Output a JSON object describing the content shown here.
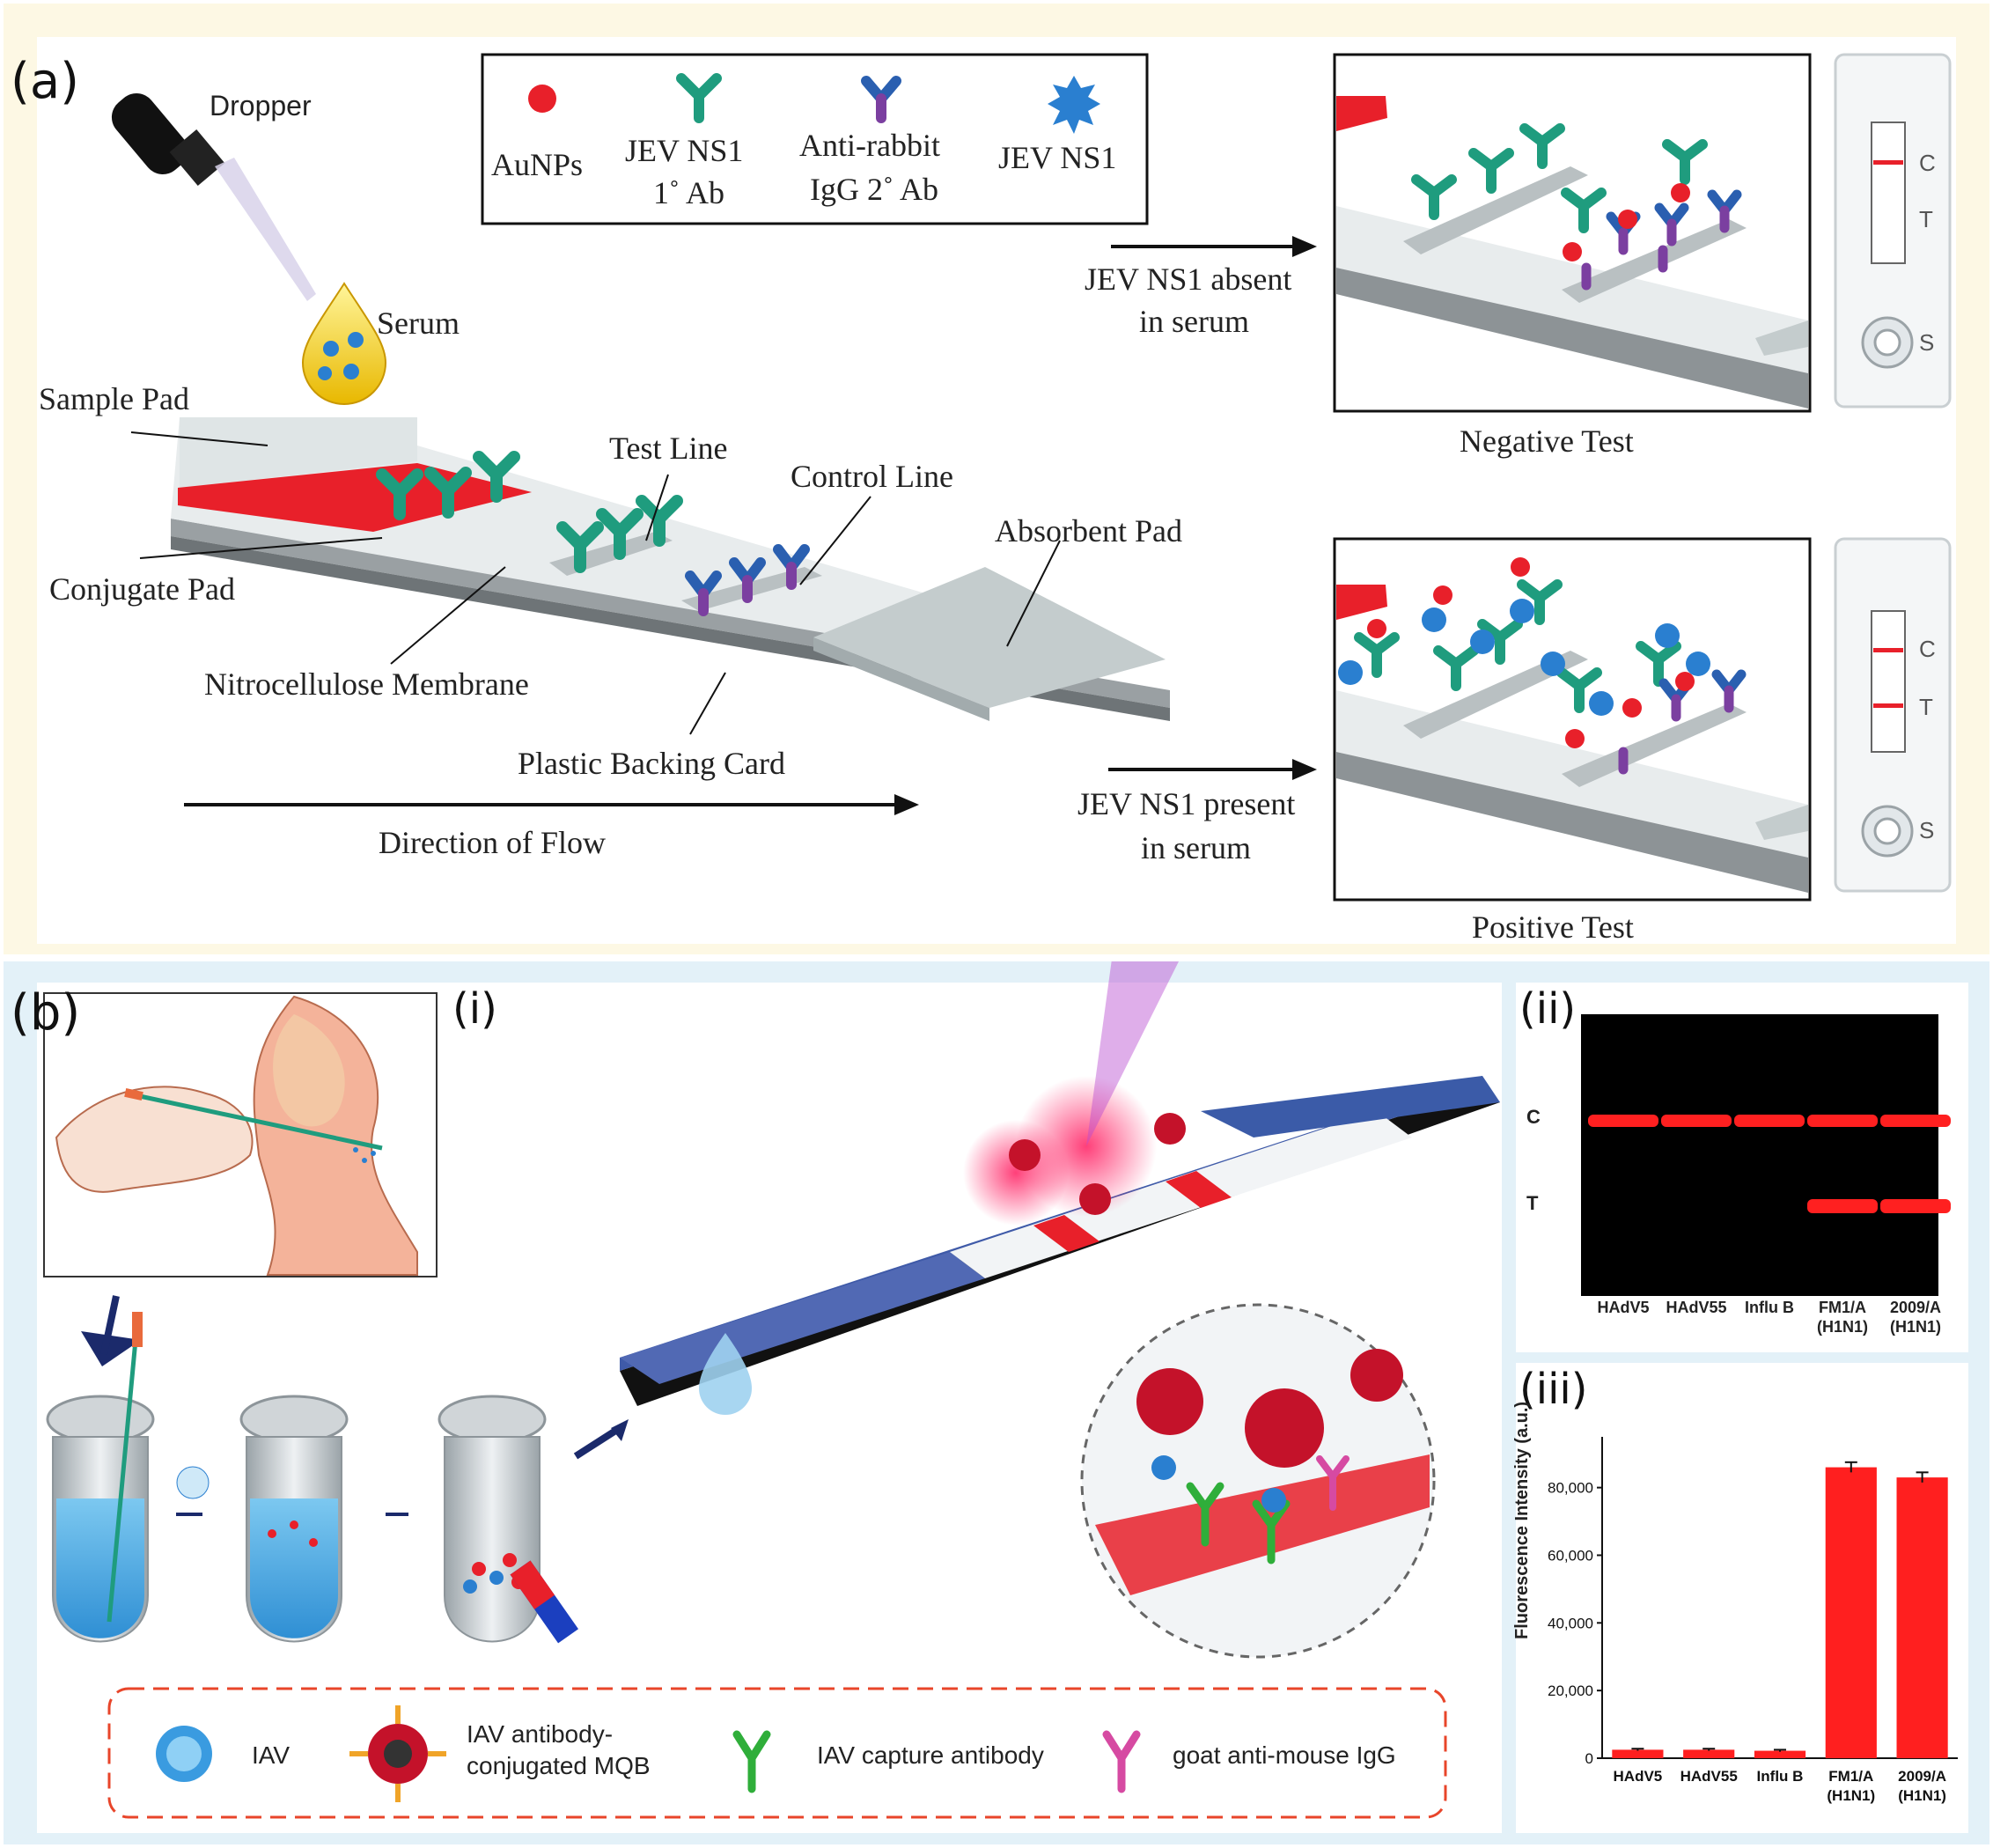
{
  "panel_a": {
    "tag": "(a)",
    "dropper": "Dropper",
    "serum": "Serum",
    "legend": {
      "aunps": "AuNPs",
      "jev_ab_line1": "JEV NS1",
      "jev_ab_line2": "1˚ Ab",
      "anti_line1": "Anti-rabbit",
      "anti_line2": "IgG 2˚ Ab",
      "jev_ns1": "JEV NS1"
    },
    "strip": {
      "sample_pad": "Sample Pad",
      "test_line": "Test Line",
      "control_line": "Control Line",
      "absorbent_pad": "Absorbent Pad",
      "conjugate_pad": "Conjugate Pad",
      "membrane": "Nitrocellulose Membrane",
      "backing": "Plastic Backing Card",
      "flow": "Direction of Flow"
    },
    "negative": {
      "arrow_line1": "JEV NS1 absent",
      "arrow_line2": "in serum",
      "caption": "Negative Test",
      "c": "C",
      "t": "T",
      "s": "S"
    },
    "positive": {
      "arrow_line1": "JEV NS1 present",
      "arrow_line2": "in serum",
      "caption": "Positive Test",
      "c": "C",
      "t": "T",
      "s": "S"
    },
    "colors": {
      "red": "#e8202a",
      "antibody": "#1f9c7e",
      "secondary": "#7b3fa0",
      "virus": "#2a7fd0"
    }
  },
  "panel_b": {
    "tag": "(b)",
    "sub_i": "(i)",
    "sub_ii": "(ii)",
    "sub_iii": "(iii)",
    "gel": {
      "row_c": "C",
      "row_t": "T",
      "lanes": [
        {
          "line1": "HAdV5",
          "line2": "",
          "c_band": true,
          "t_band": false
        },
        {
          "line1": "HAdV55",
          "line2": "",
          "c_band": true,
          "t_band": false
        },
        {
          "line1": "Influ B",
          "line2": "",
          "c_band": true,
          "t_band": false
        },
        {
          "line1": "FM1/A",
          "line2": "(H1N1)",
          "c_band": true,
          "t_band": true
        },
        {
          "line1": "2009/A",
          "line2": "(H1N1)",
          "c_band": true,
          "t_band": true
        }
      ]
    },
    "legend": {
      "iav": "IAV",
      "mqb_line1": "IAV antibody-",
      "mqb_line2": "conjugated MQB",
      "capture": "IAV capture antibody",
      "goat": "goat anti-mouse IgG"
    }
  },
  "chart_data": {
    "type": "bar",
    "title": "",
    "xlabel": "",
    "ylabel": "Fluorescence Intensity (a.u.)",
    "categories": [
      "HAdV5",
      "HAdV55",
      "Influ B",
      "FM1/A (H1N1)",
      "2009/A (H1N1)"
    ],
    "category_lines": [
      [
        "HAdV5",
        ""
      ],
      [
        "HAdV55",
        ""
      ],
      [
        "Influ B",
        ""
      ],
      [
        "FM1/A",
        "(H1N1)"
      ],
      [
        "2009/A",
        "(H1N1)"
      ]
    ],
    "values": [
      2500,
      2500,
      2200,
      86000,
      83000
    ],
    "errors": [
      300,
      300,
      300,
      1500,
      1500
    ],
    "ylim": [
      0,
      95000
    ],
    "yticks": [
      0,
      20000,
      40000,
      60000,
      80000
    ],
    "ytick_labels": [
      "0",
      "20,000",
      "40,000",
      "60,000",
      "80,000"
    ],
    "bar_color": "#ff1f1f",
    "grid": false,
    "legend": "none"
  }
}
